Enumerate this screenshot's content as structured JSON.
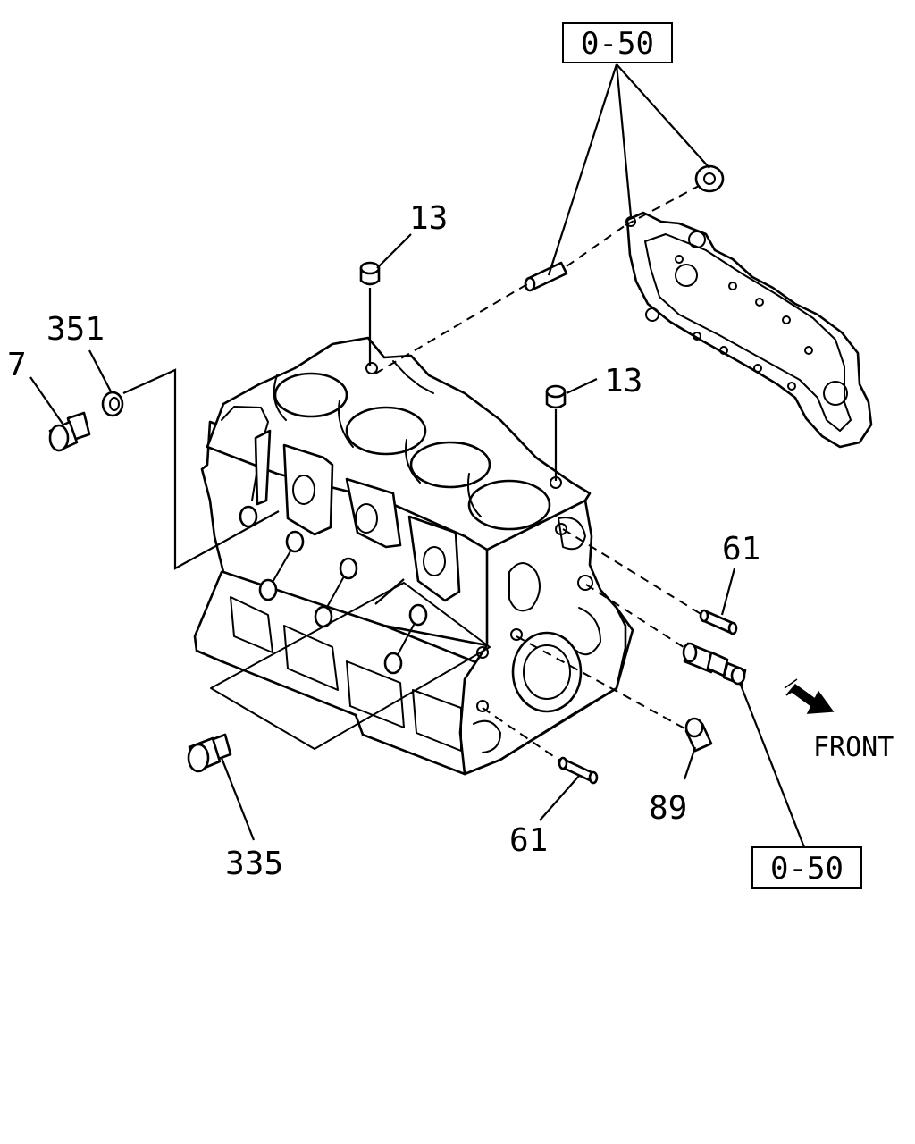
{
  "callouts": {
    "ref_top": "0-50",
    "ref_bottom": "0-50",
    "part_13_a": "13",
    "part_13_b": "13",
    "part_351": "351",
    "part_7": "7",
    "part_61_a": "61",
    "part_61_b": "61",
    "part_89": "89",
    "part_335": "335"
  },
  "direction": {
    "label": "FRONT",
    "icon": "arrow-down-right-icon"
  },
  "colors": {
    "line": "#000000",
    "background": "#ffffff"
  }
}
